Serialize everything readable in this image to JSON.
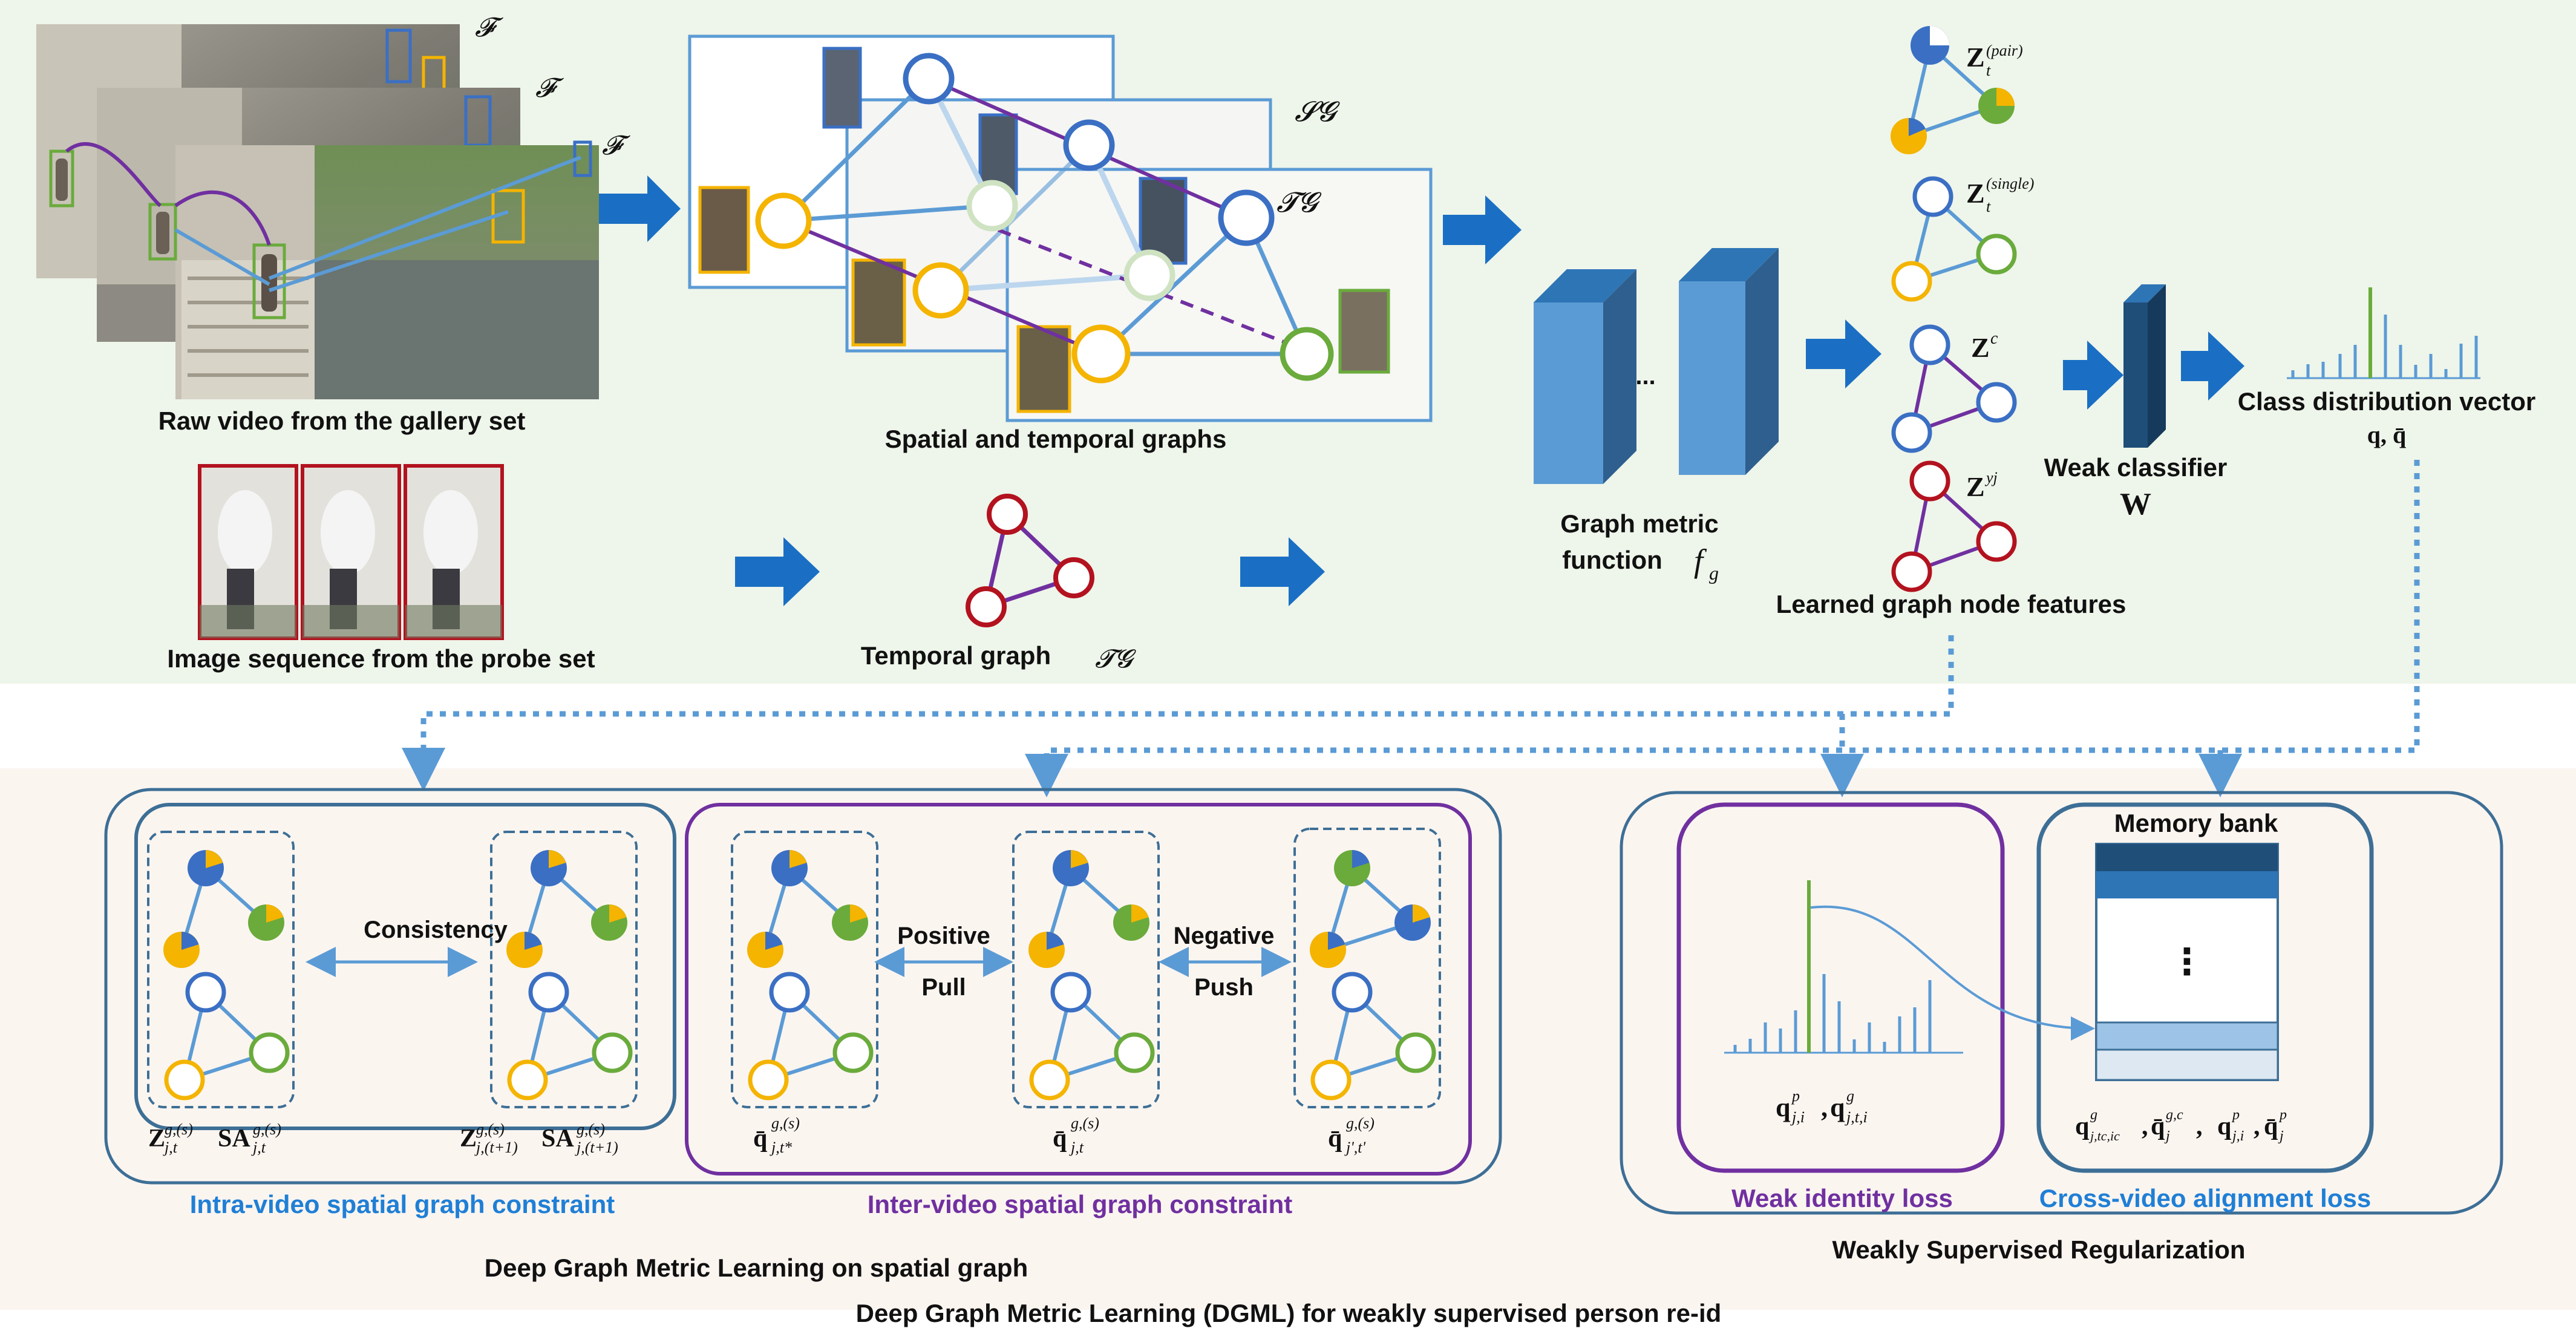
{
  "colors": {
    "top_bg": "#eef5ea",
    "bottom_bg": "#fbf5f0",
    "blue_arrow": "#1a6fc4",
    "node_blue": "#3a6fc4",
    "node_green": "#6aab3c",
    "node_yellow": "#f4b400",
    "node_red": "#b3121f",
    "edge_purple": "#7030a0",
    "edge_light_blue": "#5b9bd5",
    "panel_blue_border": "#3d6f96",
    "panel_purple_border": "#7030a0",
    "dotted_line": "#5b9bd5",
    "text_blue": "#1f7fd6",
    "text_purple": "#7030a0"
  },
  "top": {
    "gallery_label": "Raw video from the gallery set",
    "frame_symbol": "𝓕",
    "graphs_label": "Spatial and temporal graphs",
    "sg_symbol": "𝓢𝓖",
    "tg_symbol": "𝓣𝓖",
    "probe_label": "Image sequence from the probe set",
    "temporal_graph_label": "Temporal graph",
    "temporal_graph_symbol": "𝓣𝓖",
    "metric_label_1": "Graph metric",
    "metric_label_2": "function",
    "metric_symbol": "f",
    "metric_sub": "g",
    "ellipsis": "...",
    "node_features_label": "Learned graph node features",
    "z_pair": "Z",
    "z_pair_sup": "(pair)",
    "z_single": "Z",
    "z_single_sup": "(single)",
    "z_c": "Z",
    "z_c_sup": "c",
    "z_y": "Z",
    "z_y_sup": "yj",
    "t_sub": "t",
    "weak_classifier_label": "Weak classifier",
    "weak_classifier_symbol": "W",
    "class_dist_label": "Class distribution vector",
    "class_dist_symbol": "q, q̄"
  },
  "bottom": {
    "consistency": "Consistency",
    "positive": "Positive",
    "pull": "Pull",
    "negative": "Negative",
    "push": "Push",
    "intra_formula_1": "Z",
    "intra_formula_1_sup": "g,(s)",
    "intra_formula_1_sub": "j,t",
    "intra_formula_2": "SA",
    "intra_formula_2_sup": "g,(s)",
    "intra_formula_2_sub": "j,t",
    "intra_formula_3_sub": "j,(t+1)",
    "inter_q1": "q̄",
    "inter_q1_sup": "g,(s)",
    "inter_q1_sub": "j,t*",
    "inter_q2": "q̄",
    "inter_q2_sup": "g,(s)",
    "inter_q2_sub": "j,t",
    "inter_q3": "q̄",
    "inter_q3_sup": "g,(s)",
    "inter_q3_sub": "j',t'",
    "intra_label": "Intra-video spatial graph constraint",
    "inter_label": "Inter-video spatial graph constraint",
    "dgml_spatial_label": "Deep Graph Metric Learning on spatial graph",
    "memory_bank": "Memory bank",
    "mb_dots": "⋮",
    "weak_formula": "q",
    "weak_formula_sup": "p",
    "weak_formula_sub": "j,i",
    "weak_formula_2_sup": "g",
    "weak_formula_2_sub": "j,t,i",
    "cross_formula_sup1": "g",
    "cross_formula_sub1": "j,tc,ic",
    "cross_formula_sup2": "g,c",
    "cross_formula_sub2": "j",
    "cross_formula_sup3": "p",
    "cross_formula_sub3": "j,i",
    "cross_formula_sup4": "p",
    "cross_formula_sub4": "j",
    "weak_identity_label": "Weak identity loss",
    "cross_video_label": "Cross-video alignment loss",
    "wsr_label": "Weakly Supervised Regularization",
    "main_caption": "Deep Graph Metric Learning (DGML) for weakly supervised person re-id"
  }
}
